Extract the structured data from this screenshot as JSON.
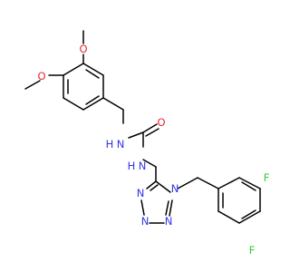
{
  "colors": {
    "carbon_bond": "#000000",
    "oxygen": "#e8262f",
    "nitrogen": "#3333e8",
    "fluorine": "#33cc33",
    "background": "#ffffff"
  },
  "atoms": {
    "o_methoxy_top": "O",
    "o_methoxy_left": "O",
    "nh_upper": "H",
    "n_upper": "N",
    "o_carbonyl": "O",
    "nh_lower": "H",
    "n_lower": "N",
    "n_tetrazole_1": "N",
    "n_tetrazole_2": "N",
    "n_tetrazole_3": "N",
    "n_tetrazole_4": "N",
    "f_top": "F",
    "f_bottom": "F"
  }
}
